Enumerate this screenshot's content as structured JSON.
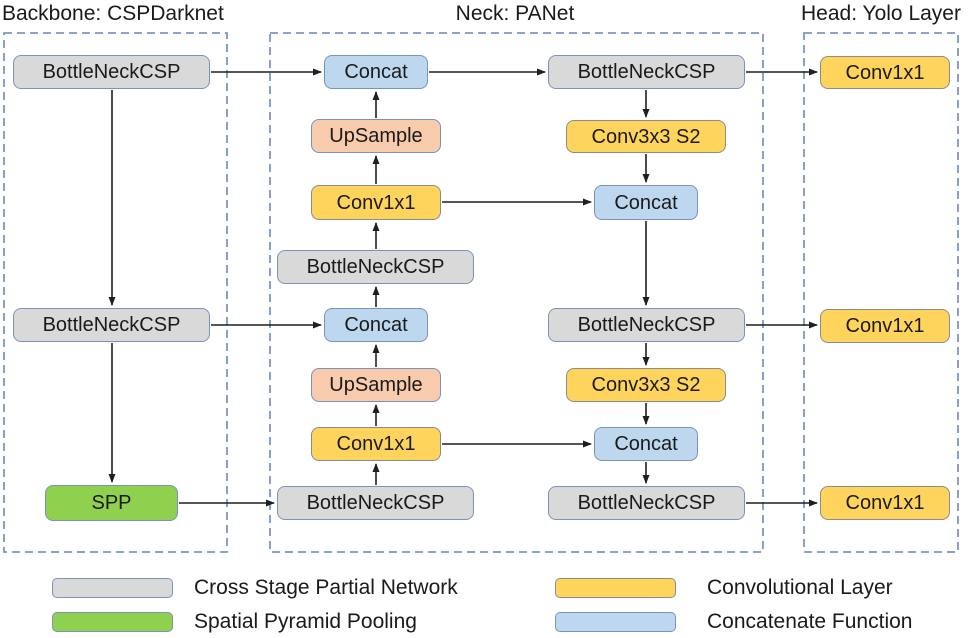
{
  "sections": {
    "backbone": {
      "title": "Backbone: CSPDarknet"
    },
    "neck": {
      "title": "Neck: PANet"
    },
    "head": {
      "title": "Head: Yolo Layer"
    }
  },
  "nodes": {
    "backbone_csp_top": {
      "label": "BottleNeckCSP",
      "type": "csp"
    },
    "backbone_csp_mid": {
      "label": "BottleNeckCSP",
      "type": "csp"
    },
    "backbone_spp": {
      "label": "SPP",
      "type": "spp"
    },
    "neck_concat_top": {
      "label": "Concat",
      "type": "concat"
    },
    "neck_upsample_top": {
      "label": "UpSample",
      "type": "upsample"
    },
    "neck_conv1x1_top": {
      "label": "Conv1x1",
      "type": "conv"
    },
    "neck_csp_left_mid": {
      "label": "BottleNeckCSP",
      "type": "csp"
    },
    "neck_concat_mid": {
      "label": "Concat",
      "type": "concat"
    },
    "neck_upsample_bottom": {
      "label": "UpSample",
      "type": "upsample"
    },
    "neck_conv1x1_bottom": {
      "label": "Conv1x1",
      "type": "conv"
    },
    "neck_csp_left_bottom": {
      "label": "BottleNeckCSP",
      "type": "csp"
    },
    "neck_csp_right_top": {
      "label": "BottleNeckCSP",
      "type": "csp"
    },
    "neck_conv3x3_top": {
      "label": "Conv3x3 S2",
      "type": "conv"
    },
    "neck_concat_right_top": {
      "label": "Concat",
      "type": "concat"
    },
    "neck_csp_right_mid": {
      "label": "BottleNeckCSP",
      "type": "csp"
    },
    "neck_conv3x3_bottom": {
      "label": "Conv3x3 S2",
      "type": "conv"
    },
    "neck_concat_right_bottom": {
      "label": "Concat",
      "type": "concat"
    },
    "neck_csp_right_bottom": {
      "label": "BottleNeckCSP",
      "type": "csp"
    },
    "head_conv_top": {
      "label": "Conv1x1",
      "type": "conv"
    },
    "head_conv_mid": {
      "label": "Conv1x1",
      "type": "conv"
    },
    "head_conv_bottom": {
      "label": "Conv1x1",
      "type": "conv"
    }
  },
  "edges": [
    [
      "backbone_csp_top",
      "neck_concat_top"
    ],
    [
      "backbone_csp_top",
      "backbone_csp_mid"
    ],
    [
      "backbone_csp_mid",
      "neck_concat_mid"
    ],
    [
      "backbone_csp_mid",
      "backbone_spp"
    ],
    [
      "backbone_spp",
      "neck_csp_left_bottom"
    ],
    [
      "neck_csp_left_bottom",
      "neck_conv1x1_bottom"
    ],
    [
      "neck_conv1x1_bottom",
      "neck_upsample_bottom"
    ],
    [
      "neck_conv1x1_bottom",
      "neck_concat_right_bottom"
    ],
    [
      "neck_upsample_bottom",
      "neck_concat_mid"
    ],
    [
      "neck_concat_mid",
      "neck_csp_left_mid"
    ],
    [
      "neck_csp_left_mid",
      "neck_conv1x1_top"
    ],
    [
      "neck_conv1x1_top",
      "neck_upsample_top"
    ],
    [
      "neck_conv1x1_top",
      "neck_concat_right_top"
    ],
    [
      "neck_upsample_top",
      "neck_concat_top"
    ],
    [
      "neck_concat_top",
      "neck_csp_right_top"
    ],
    [
      "neck_csp_right_top",
      "neck_conv3x3_top"
    ],
    [
      "neck_conv3x3_top",
      "neck_concat_right_top"
    ],
    [
      "neck_concat_right_top",
      "neck_csp_right_mid"
    ],
    [
      "neck_csp_right_mid",
      "neck_conv3x3_bottom"
    ],
    [
      "neck_conv3x3_bottom",
      "neck_concat_right_bottom"
    ],
    [
      "neck_concat_right_bottom",
      "neck_csp_right_bottom"
    ],
    [
      "neck_csp_right_top",
      "head_conv_top"
    ],
    [
      "neck_csp_right_mid",
      "head_conv_mid"
    ],
    [
      "neck_csp_right_bottom",
      "head_conv_bottom"
    ]
  ],
  "legend": {
    "items": [
      {
        "label": "Cross Stage Partial Network",
        "swatch": "csp"
      },
      {
        "label": "Spatial Pyramid Pooling",
        "swatch": "spp"
      },
      {
        "label": "Convolutional Layer",
        "swatch": "conv"
      },
      {
        "label": "Concatenate Function",
        "swatch": "concat"
      }
    ]
  },
  "colors": {
    "csp_fill": "#d9d9d9",
    "spp_fill": "#8fd04e",
    "conv_fill": "#ffd45c",
    "concat_fill": "#bdd7ee",
    "upsample_fill": "#f8cbad",
    "box_border_blue": "#7b93bb",
    "box_border_gray": "#8c8c8c",
    "section_border": "#7c96c4",
    "arrow": "#1f1f1f",
    "text": "#1a1a1a"
  }
}
